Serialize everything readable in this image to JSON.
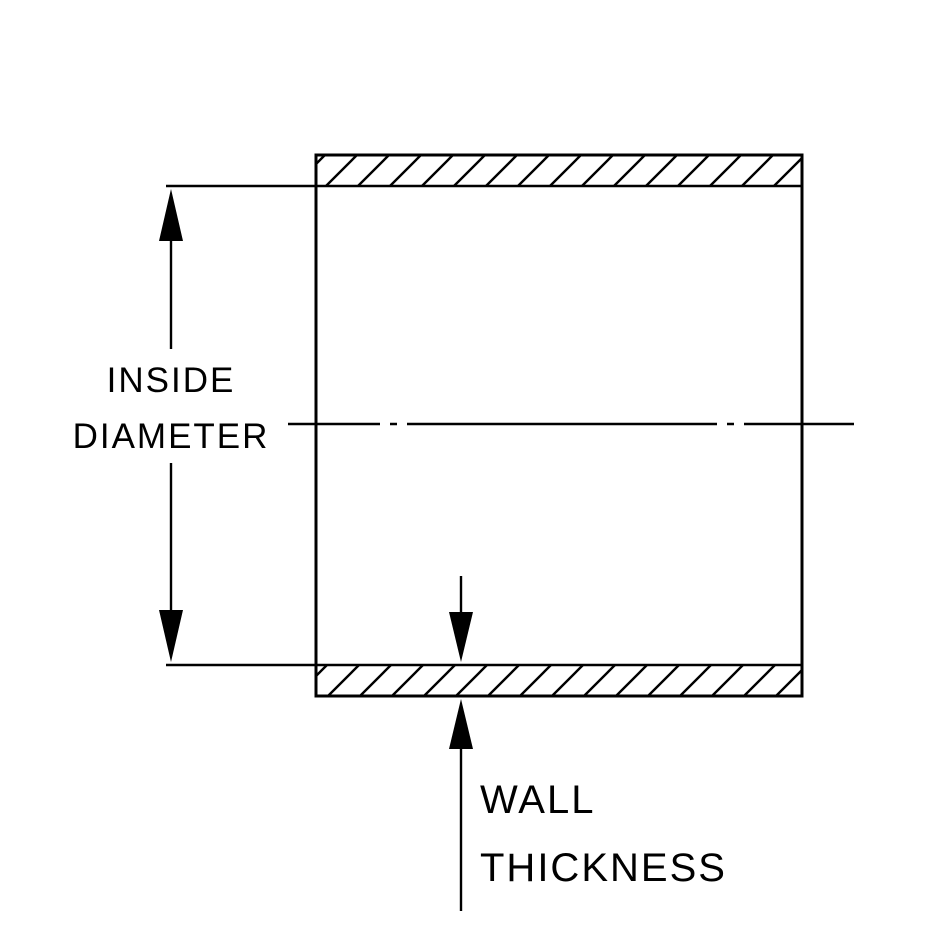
{
  "labels": {
    "inside_diameter_line1": "INSIDE",
    "inside_diameter_line2": "DIAMETER",
    "wall_thickness_line1": "WALL",
    "wall_thickness_line2": "THICKNESS"
  },
  "colors": {
    "line": "#000000",
    "background": "#ffffff"
  }
}
